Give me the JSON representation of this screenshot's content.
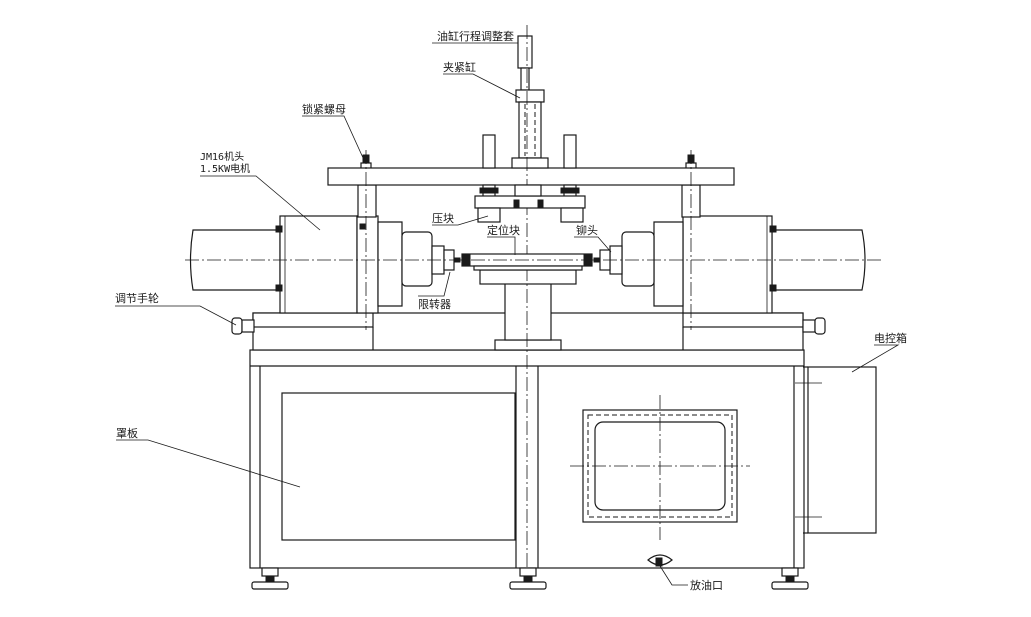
{
  "labels": {
    "cylinder_stroke_sleeve": "油缸行程调整套",
    "clamp_cylinder": "夹紧缸",
    "lock_nut": "锁紧螺母",
    "head_model": "JM16机头",
    "motor_power": "1.5KW电机",
    "press_block": "压块",
    "locating_block": "定位块",
    "rivet_head": "铆头",
    "rotation_limiter": "限转器",
    "adjust_handwheel": "调节手轮",
    "electric_box": "电控箱",
    "cover_plate": "罩板",
    "oil_drain": "放油口"
  },
  "colors": {
    "line": "#1a1a1a",
    "background": "#ffffff"
  }
}
